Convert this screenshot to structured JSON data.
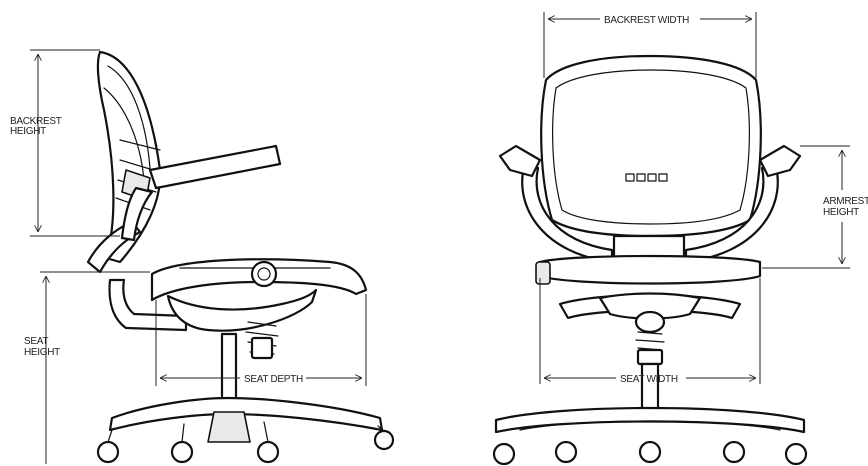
{
  "labels": {
    "backrest_height_1": "BACKREST",
    "backrest_height_2": "HEIGHT",
    "seat_height_1": "SEAT",
    "seat_height_2": "HEIGHT",
    "seat_depth": "SEAT DEPTH",
    "backrest_width": "BACKREST WIDTH",
    "armrest_height_1": "ARMREST",
    "armrest_height_2": "HEIGHT",
    "seat_width": "SEAT WIDTH"
  },
  "colors": {
    "line": "#111111",
    "background": "#ffffff"
  }
}
